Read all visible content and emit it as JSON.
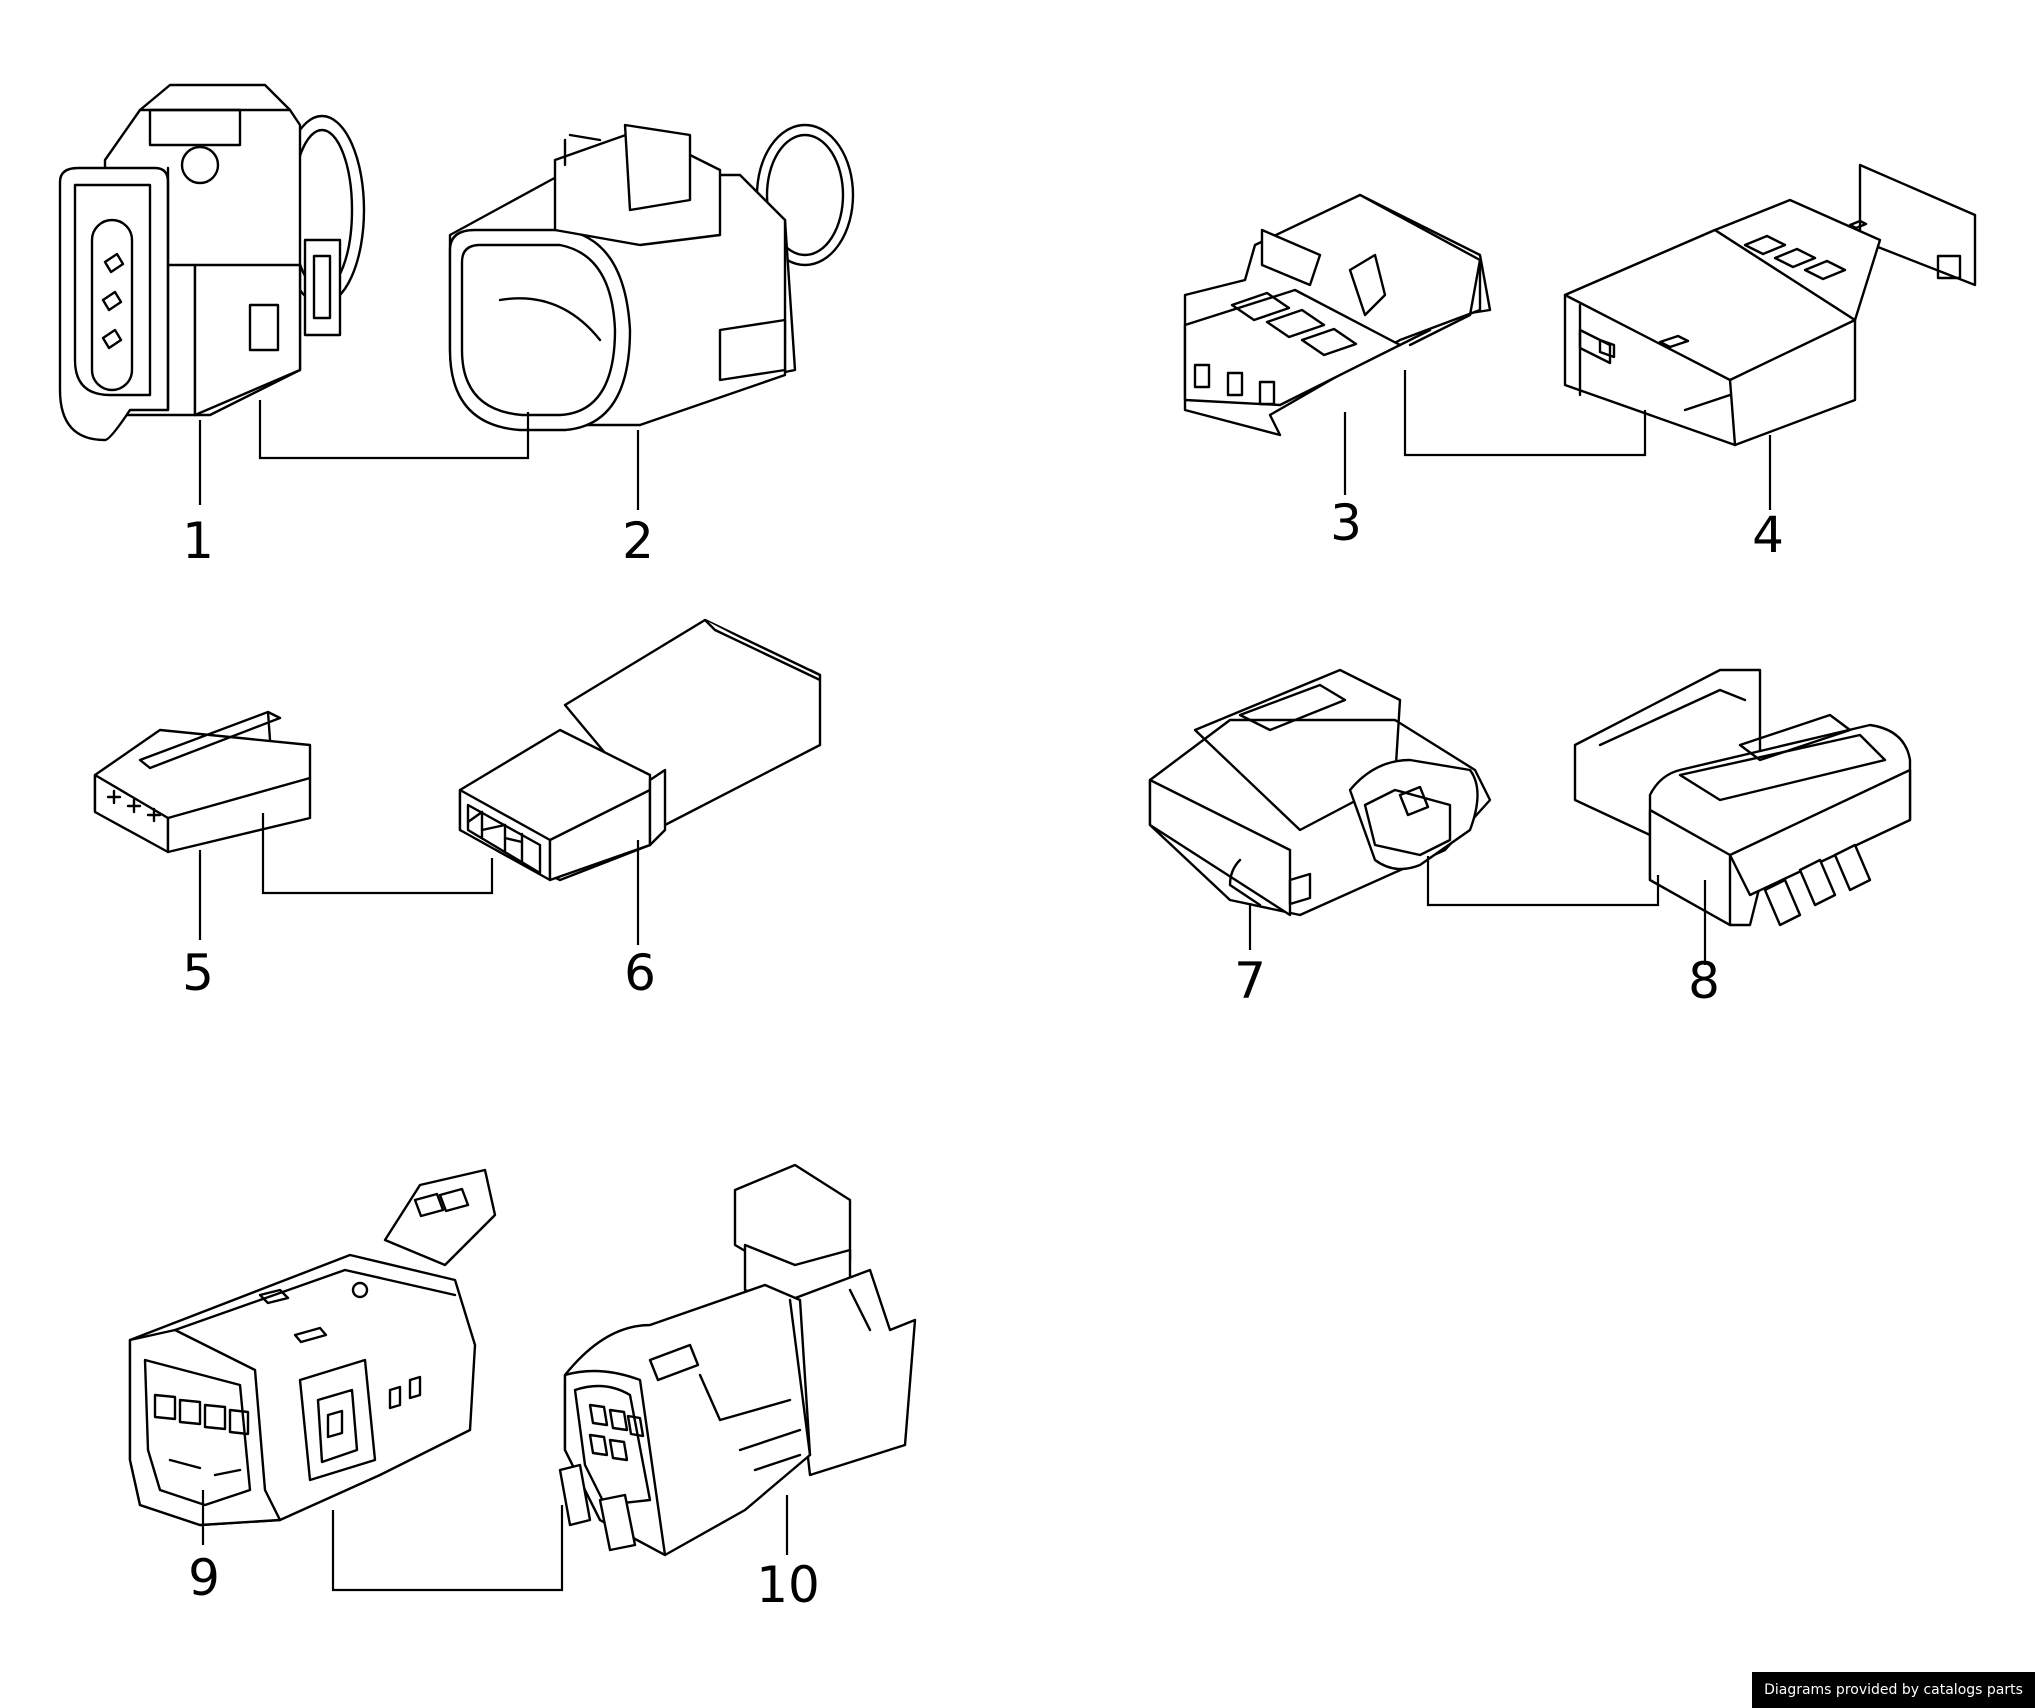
{
  "labels": {
    "p1": "1",
    "p2": "2",
    "p3": "3",
    "p4": "4",
    "p5": "5",
    "p6": "6",
    "p7": "7",
    "p8": "8",
    "p9": "9",
    "p10": "10"
  },
  "credit": "Diagrams provided by catalogs parts",
  "colors": {
    "line": "#000000",
    "background": "#ffffff",
    "credit_bg": "#000000",
    "credit_text": "#ffffff"
  }
}
